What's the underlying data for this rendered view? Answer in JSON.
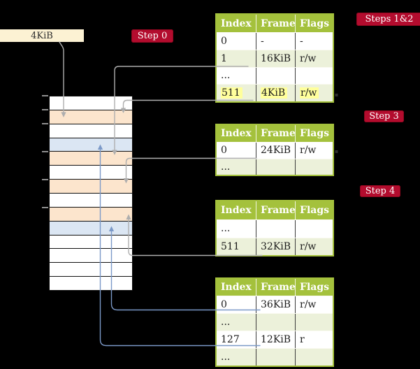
{
  "colors": {
    "background": "#000000",
    "table_green": "#a4c13c",
    "table_row_alt_green": "#ecf1da",
    "frame_pagetable_orange": "#fce5cd",
    "frame_data_blue": "#dbe6f3",
    "label_box_cream": "#fcf2d3",
    "badge_red": "#b30c2e",
    "highlight_yellow": "#ffff9c",
    "connector_gray": "#aeaeae",
    "connector_blue": "#7b99c8"
  },
  "memory": {
    "size_label": "4KiB",
    "frames": [
      {
        "kind": "free"
      },
      {
        "kind": "pagetable"
      },
      {
        "kind": "free"
      },
      {
        "kind": "data"
      },
      {
        "kind": "pagetable"
      },
      {
        "kind": "free"
      },
      {
        "kind": "pagetable"
      },
      {
        "kind": "free"
      },
      {
        "kind": "pagetable"
      },
      {
        "kind": "data"
      },
      {
        "kind": "free"
      },
      {
        "kind": "free"
      },
      {
        "kind": "free"
      },
      {
        "kind": "free"
      }
    ]
  },
  "badges": {
    "step0": "Step 0",
    "steps12": "Steps 1&2",
    "step3": "Step 3",
    "step4": "Step 4"
  },
  "tables": [
    {
      "name": "table-steps-1-2",
      "headers": [
        "Index",
        "Frame",
        "Flags"
      ],
      "rows": [
        {
          "index": "0",
          "frame": "-",
          "flags": "-"
        },
        {
          "index": "1",
          "frame": "16KiB",
          "flags": "r/w"
        },
        {
          "index": "...",
          "frame": "",
          "flags": ""
        },
        {
          "index": "511",
          "frame": "4KiB",
          "flags": "r/w"
        }
      ]
    },
    {
      "name": "table-step-3",
      "headers": [
        "Index",
        "Frame",
        "Flags"
      ],
      "rows": [
        {
          "index": "0",
          "frame": "24KiB",
          "flags": "r/w"
        },
        {
          "index": "...",
          "frame": "",
          "flags": ""
        }
      ]
    },
    {
      "name": "table-step-4",
      "headers": [
        "Index",
        "Frame",
        "Flags"
      ],
      "rows": [
        {
          "index": "...",
          "frame": "",
          "flags": ""
        },
        {
          "index": "511",
          "frame": "32KiB",
          "flags": "r/w"
        }
      ]
    },
    {
      "name": "table-last-level",
      "headers": [
        "Index",
        "Frame",
        "Flags"
      ],
      "rows": [
        {
          "index": "0",
          "frame": "36KiB",
          "flags": "r/w"
        },
        {
          "index": "...",
          "frame": "",
          "flags": ""
        },
        {
          "index": "127",
          "frame": "12KiB",
          "flags": "r"
        },
        {
          "index": "...",
          "frame": "",
          "flags": ""
        }
      ]
    }
  ]
}
